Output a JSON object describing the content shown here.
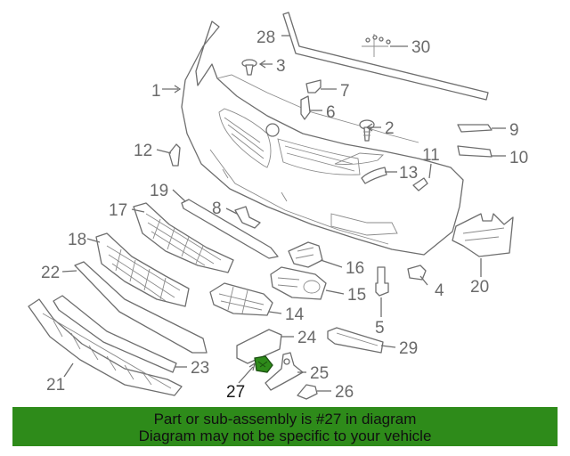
{
  "diagram": {
    "callouts": [
      "1",
      "2",
      "3",
      "4",
      "5",
      "6",
      "7",
      "8",
      "9",
      "10",
      "11",
      "12",
      "13",
      "14",
      "15",
      "16",
      "17",
      "18",
      "19",
      "20",
      "21",
      "22",
      "23",
      "24",
      "25",
      "26",
      "27",
      "28",
      "29",
      "30"
    ],
    "highlighted_part": "27",
    "colors": {
      "line": "#6e6e6e",
      "highlight_part": "#2e8b1a",
      "banner": "#2e8b1a"
    }
  },
  "banner": {
    "line1": "Part or sub-assembly is #27 in diagram",
    "line2": "Diagram may not be specific to your vehicle"
  }
}
